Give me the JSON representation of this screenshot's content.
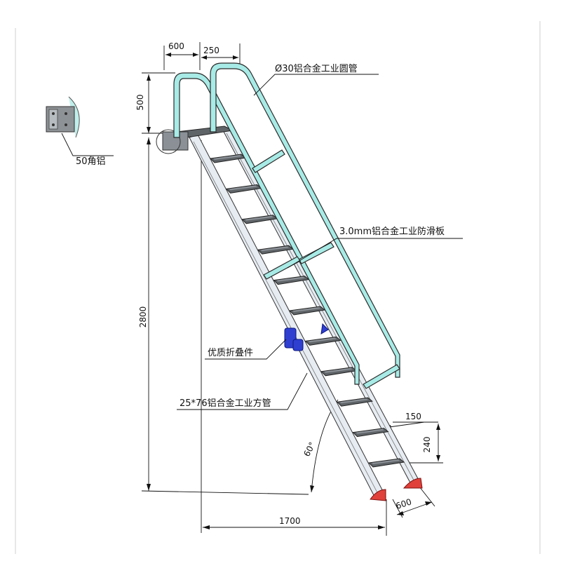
{
  "labels": {
    "tube": "Ø30铝合金工业圆管",
    "plate": "3.0mm铝合金工业防滑板",
    "hinge": "优质折叠件",
    "stringer": "25*76铝合金工业方管",
    "angle": "50角铝"
  },
  "dimensions": {
    "top_width": "600",
    "top_offset": "250",
    "rail_height": "500",
    "height": "2800",
    "length": "1700",
    "tread_depth": "150",
    "rise": "240",
    "base_width": "600",
    "slope": "60°"
  },
  "colors": {
    "rail": "#a8ebe6",
    "foot": "#e0413a",
    "hinge": "#2f3fd0"
  },
  "steps": 11
}
